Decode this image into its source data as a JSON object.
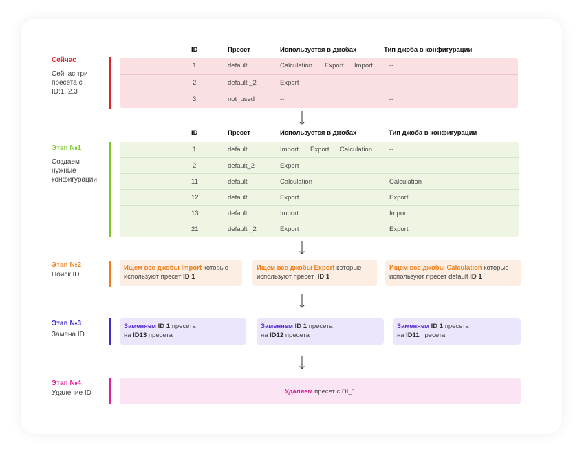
{
  "headers": {
    "id": "ID",
    "preset": "Пресет",
    "used": "Используется в джобах",
    "type": "Тип джоба в конфигурации"
  },
  "now": {
    "title": "Сейчас",
    "desc": [
      "Сейчас три",
      "пресета с",
      "ID:1, 2,3"
    ],
    "rows": [
      {
        "id": "1",
        "preset": "default",
        "jobs": [
          "Calculation",
          "Export",
          "Import"
        ],
        "type": "--"
      },
      {
        "id": "2",
        "preset": "default _2",
        "jobs": [
          "Export"
        ],
        "type": "--"
      },
      {
        "id": "3",
        "preset": "not_used",
        "jobs": [
          "--"
        ],
        "type": "--"
      }
    ]
  },
  "stage1": {
    "title": "Этап №1",
    "desc": [
      "Создаем",
      "нужные",
      "конфигурации"
    ],
    "rows": [
      {
        "id": "1",
        "preset": "default",
        "jobs": [
          "Import",
          "Export",
          "Calculation"
        ],
        "type": "--"
      },
      {
        "id": "2",
        "preset": "default_2",
        "jobs": [
          "Export"
        ],
        "type": "--"
      },
      {
        "id": "11",
        "preset": "default",
        "jobs": [
          "Calculation"
        ],
        "type": "Calculation"
      },
      {
        "id": "12",
        "preset": "default",
        "jobs": [
          "Export"
        ],
        "type": "Export"
      },
      {
        "id": "13",
        "preset": "default",
        "jobs": [
          "Import"
        ],
        "type": "Import"
      },
      {
        "id": "21",
        "preset": "default _2",
        "jobs": [
          "Export"
        ],
        "type": "Export"
      }
    ]
  },
  "stage2": {
    "title": "Этап №2",
    "desc": "Поиск ID",
    "boxes": [
      {
        "a": "Ищем все джобы ",
        "b": "Import",
        "c": " которые",
        "d": "используют пресет ",
        "e": "ID 1"
      },
      {
        "a": "Ищем все джобы ",
        "b": "Export",
        "c": " которые",
        "d": "используют пресет  ",
        "e": "ID 1"
      },
      {
        "a": "Ищем все джобы ",
        "b": "Calculation",
        "c": " которые",
        "d": "используют пресет default ",
        "e": "ID 1"
      }
    ]
  },
  "stage3": {
    "title": "Этап №3",
    "desc": "Замена ID",
    "boxes": [
      {
        "a": "Заменяем",
        "b": " ID 1",
        "c": " пресета",
        "d": "на ",
        "e": "ID13",
        "f": " пресета"
      },
      {
        "a": "Заменяем",
        "b": " ID 1",
        "c": " пресета",
        "d": "на ",
        "e": "ID12",
        "f": " пресета"
      },
      {
        "a": "Заменяем",
        "b": " ID 1",
        "c": " пресета",
        "d": "на ",
        "e": "ID11",
        "f": " пресета"
      }
    ]
  },
  "stage4": {
    "title": "Этап №4",
    "desc": "Удаление ID",
    "box": {
      "a": "Удаляем",
      "b": " пресет с DI_1"
    }
  },
  "colors": {
    "red": "#e0242c",
    "red_bg": "#fbe0e3",
    "red_sep": "#efc3c8",
    "green": "#7cc72c",
    "green_bg": "#eef6e3",
    "green_sep": "#d6e6c4",
    "orange": "#ee7d1a",
    "orange_bg": "#fdeee3",
    "purple": "#3b2bc4",
    "purple_bg": "#ebe6fb",
    "pink": "#e0209a",
    "pink_bg": "#fbe4f3"
  }
}
